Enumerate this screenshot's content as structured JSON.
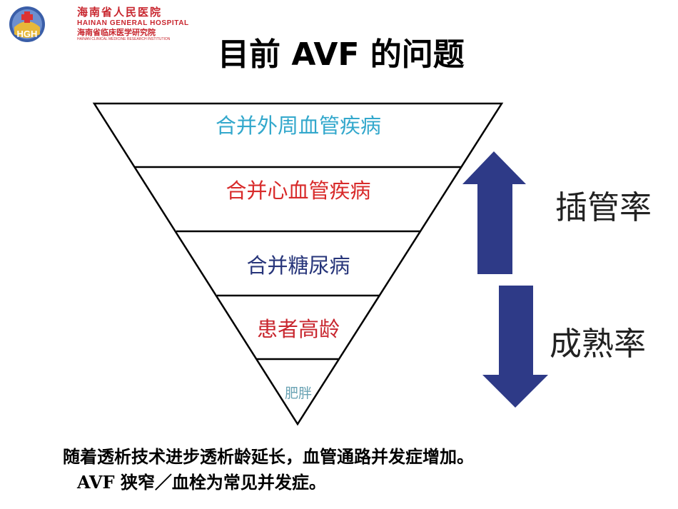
{
  "header": {
    "hospital_name_cn": "海南省人民医院",
    "hospital_name_en": "HAINAN GENERAL HOSPITAL",
    "institute_name_cn": "海南省临床医学研究院",
    "institute_name_en": "HAINAN CLINICAL MEDICINE RESEARCH INSTITUTION",
    "logo_text": "HGH"
  },
  "title": "目前 AVF 的问题",
  "pyramid": {
    "layers": [
      {
        "label": "合并外周血管疾病",
        "color": "#33a8cc"
      },
      {
        "label": "合并心血管疾病",
        "color": "#d82a2a"
      },
      {
        "label": "合并糖尿病",
        "color": "#27357a"
      },
      {
        "label": "患者高龄",
        "color": "#c8262e"
      },
      {
        "label": "肥胖",
        "color": "#6aa3b4"
      }
    ]
  },
  "arrows": {
    "up_label": "插管率",
    "down_label": "成熟率",
    "up_icon": "arrow-up-icon",
    "down_icon": "arrow-down-icon",
    "color": "#2e3a87"
  },
  "caption": {
    "line1": "随着透析技术进步透析龄延长，血管通路并发症增加。",
    "line2": "AVF 狭窄／血栓为常见并发症。"
  }
}
